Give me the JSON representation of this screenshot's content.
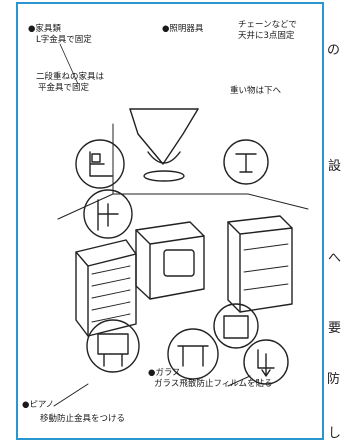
{
  "page_edge": {
    "top_right": "の",
    "ja_1": "設",
    "ja_2": "へ",
    "ja_3": "要",
    "ja_4": "防",
    "ja_5": "し"
  },
  "captions": {
    "furniture_heading": "●家具類",
    "furniture_fix": "L字金具で固定",
    "lighting_heading": "●照明器具",
    "lighting_chain_1": "チェーンなどで",
    "lighting_chain_2": "天井に3点固定",
    "stacked_1": "二段重ねの家具は",
    "stacked_2": "平金具で固定",
    "heavy_items": "重い物は下へ",
    "glass_heading": "●ガラス",
    "glass_film": "ガラス飛散防止フィルムを貼る",
    "piano_heading": "●ピアノ",
    "piano_fix": "移動防止金具をつける"
  },
  "colors": {
    "frame": "#2a96cf",
    "ink": "#1a1a1a"
  }
}
